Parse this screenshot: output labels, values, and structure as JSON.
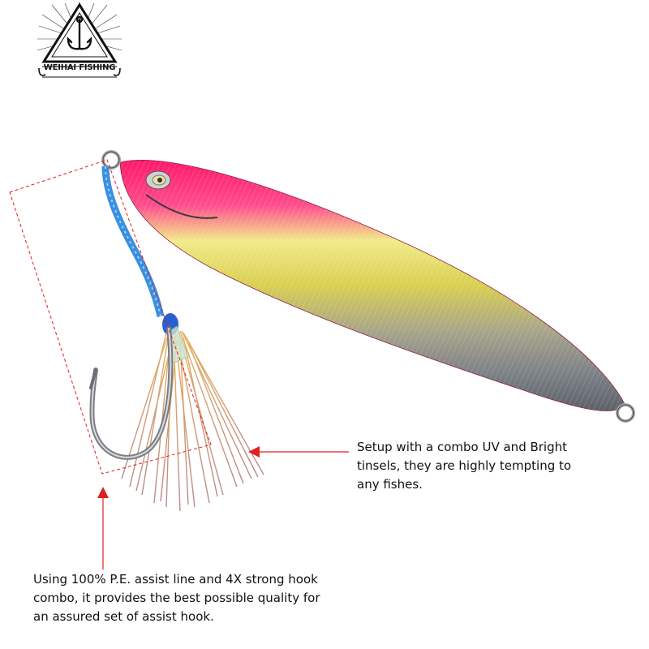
{
  "logo": {
    "brand": "WEIHAI FISHING",
    "icon": "triangle-hook-logo"
  },
  "callouts": {
    "tinsels": "Setup with a combo UV and Bright tinsels, they are highly tempting to any fishes.",
    "assist_line": "Using 100% P.E. assist line and 4X strong hook combo, it provides the best possible quality for an assured set of assist hook."
  },
  "colors": {
    "annotation_red": "#e02020",
    "jig_pink": "#ff1f6e",
    "jig_yellow": "#e6d84a",
    "jig_silver": "#8a8f96",
    "assist_line_blue": "#3a8fe0"
  }
}
